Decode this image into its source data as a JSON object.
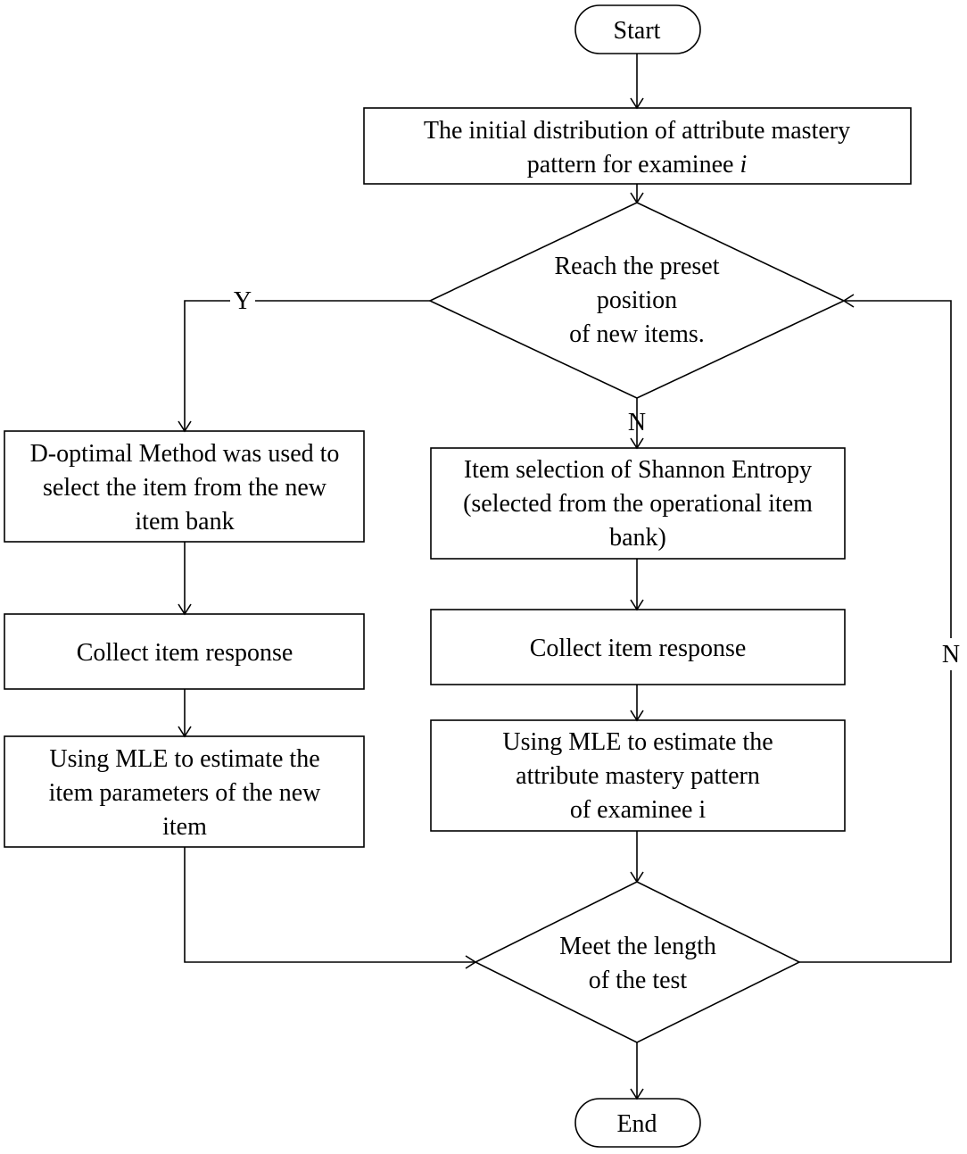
{
  "nodes": {
    "start": {
      "lines": [
        "Start"
      ]
    },
    "init": {
      "lines": [
        {
          "t": "The initial distribution of attribute mastery"
        },
        {
          "t": "pattern for examinee ",
          "i": "i"
        }
      ]
    },
    "decision_new": {
      "lines": [
        "Reach the preset",
        "position",
        "of new items."
      ]
    },
    "d_optimal": {
      "lines": [
        "D-optimal Method was used to",
        "select the item from the new",
        "item bank"
      ]
    },
    "collect_left": {
      "lines": [
        "Collect item response"
      ]
    },
    "mle_left": {
      "lines": [
        "Using MLE to estimate the",
        "item parameters of the new",
        "item"
      ]
    },
    "shannon": {
      "lines": [
        "Item selection of Shannon Entropy",
        "(selected from the operational item",
        "bank)"
      ]
    },
    "collect_right": {
      "lines": [
        "Collect item response"
      ]
    },
    "mle_right": {
      "lines": [
        "Using MLE to estimate the",
        "attribute mastery pattern",
        "of examinee i"
      ]
    },
    "decision_length": {
      "lines": [
        "Meet the length",
        "of the test"
      ]
    },
    "end": {
      "lines": [
        "End"
      ]
    }
  },
  "edge_labels": {
    "yes_new": "Y",
    "no_new": "N",
    "no_length": "N"
  }
}
